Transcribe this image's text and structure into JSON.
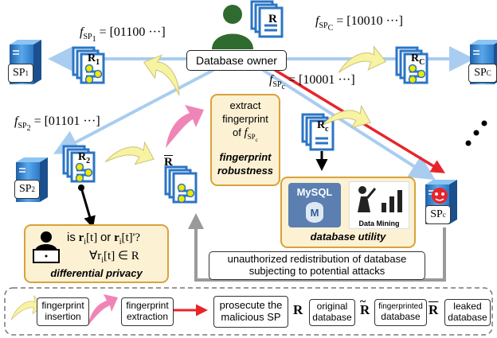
{
  "owner": {
    "label": "Database owner"
  },
  "fingerprints": {
    "sp1": {
      "lhs": "f",
      "sub": "SP",
      "subsub": "1",
      "value": "= [01100 ···]"
    },
    "spC": {
      "lhs": "f",
      "sub": "SP",
      "subsub": "C",
      "value": "= [10010 ···]"
    },
    "spc": {
      "lhs": "f",
      "sub": "SP",
      "subsub": "c",
      "value": "= [10001 ···]"
    },
    "sp2": {
      "lhs": "f",
      "sub": "SP",
      "subsub": "2",
      "value": "= [01101 ···]"
    }
  },
  "servers": {
    "sp1": {
      "label": "SP",
      "sub": "1"
    },
    "spC": {
      "label": "SP",
      "sub": "C"
    },
    "sp2": {
      "label": "SP",
      "sub": "2"
    },
    "spc": {
      "label": "SP",
      "sub": "c"
    }
  },
  "docs": {
    "original": "R",
    "r1": "R",
    "r1_sub": "1",
    "rC": "R",
    "rC_sub": "C",
    "rc": "R",
    "rc_sub": "c",
    "r2": "R",
    "r2_sub": "2",
    "leaked": "R"
  },
  "robustness": {
    "line1": "extract",
    "line2": "fingerprint",
    "line3": "of",
    "f": "f",
    "f_sub": "SP",
    "f_subsub": "c",
    "title1": "fingerprint",
    "title2": "robustness"
  },
  "utility": {
    "mysql": "MySQL",
    "mysql_m": "M",
    "datamining": "Data Mining",
    "title": "database utility"
  },
  "privacy": {
    "q_is": "is",
    "q_r1": "r",
    "q_r1_sub": "i",
    "q_t": "[t]",
    "q_or": "or",
    "q_r2": "r",
    "q_r2_sub": "i",
    "q_t2": "[t]'?",
    "forall": "∀r",
    "forall_sub": "i",
    "forall_t": "[t] ∈ R",
    "title": "differential privacy"
  },
  "redistribution": {
    "line1": "unauthorized redistribution of database",
    "line2": "subjecting to potential attacks"
  },
  "legend": {
    "insertion1": "fingerprint",
    "insertion2": "insertion",
    "extraction1": "fingerprint",
    "extraction2": "extraction",
    "prosecute1": "prosecute the",
    "prosecute2": "malicious SP",
    "r": "R",
    "original1": "original",
    "original2": "database",
    "fp1": "fingerprinted",
    "fp2": "database",
    "leaked1": "leaked",
    "leaked2": "database"
  },
  "colors": {
    "arrow_blue": "#a9cdf0",
    "arrow_red": "#e8242a",
    "arrow_gray": "#9a9a9a",
    "server_blue": "#3d8fd6",
    "doc_blue": "#2b74c4",
    "yellow": "#f7f3a0",
    "pink": "#ef85b6",
    "orange_border": "#d9a23a",
    "owner_green": "#2f6b2f"
  }
}
